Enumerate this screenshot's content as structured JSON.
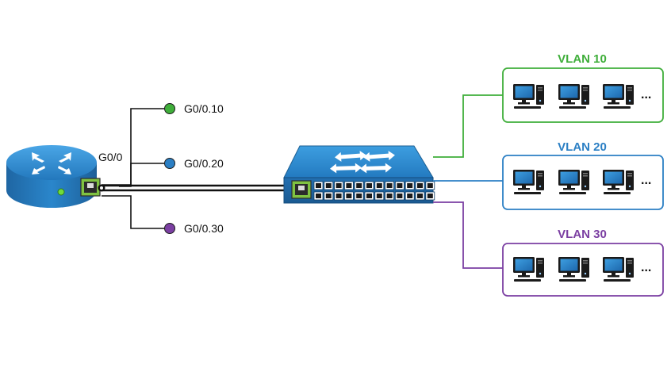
{
  "router": {
    "interface_label": "G0/0"
  },
  "subinterfaces": [
    {
      "label": "G0/0.10",
      "color": "#3fae3a"
    },
    {
      "label": "G0/0.20",
      "color": "#2b7fc4"
    },
    {
      "label": "G0/0.30",
      "color": "#7b3fa2"
    }
  ],
  "vlans": [
    {
      "name": "VLAN 10",
      "color": "#3fae3a",
      "more": "..."
    },
    {
      "name": "VLAN 20",
      "color": "#2b7fc4",
      "more": "..."
    },
    {
      "name": "VLAN 30",
      "color": "#7b3fa2",
      "more": "..."
    }
  ],
  "colors": {
    "device_blue": "#2b8bd0",
    "device_dark": "#1c5f93",
    "port_green": "#7fc241"
  },
  "icons": {
    "router": "router-icon",
    "switch": "switch-icon",
    "pc": "desktop-computer-icon"
  }
}
